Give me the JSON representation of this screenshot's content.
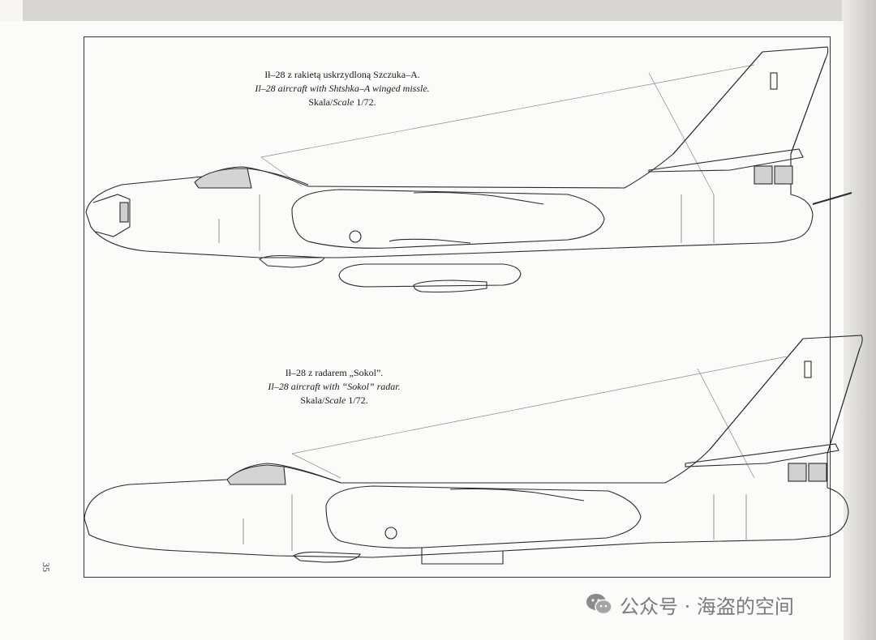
{
  "drawing1": {
    "line_pl": "Ił–28 z rakietą uskrzydloną Szczuka–A.",
    "line_en": "Il–28 aircraft with Shtshka–A winged missle.",
    "scale_pl": "Skala/",
    "scale_en": "Scale",
    "scale_value": " 1/72."
  },
  "drawing2": {
    "line_pl": "Ił–28 z radarem „Sokol”.",
    "line_en": "Il–28 aircraft with “Sokol” radar.",
    "scale_pl": "Skala/",
    "scale_en": "Scale",
    "scale_value": " 1/72."
  },
  "page_number": "35",
  "watermark": {
    "text": "公众号 · 海盗的空间",
    "icon": "wechat-logo-icon"
  }
}
